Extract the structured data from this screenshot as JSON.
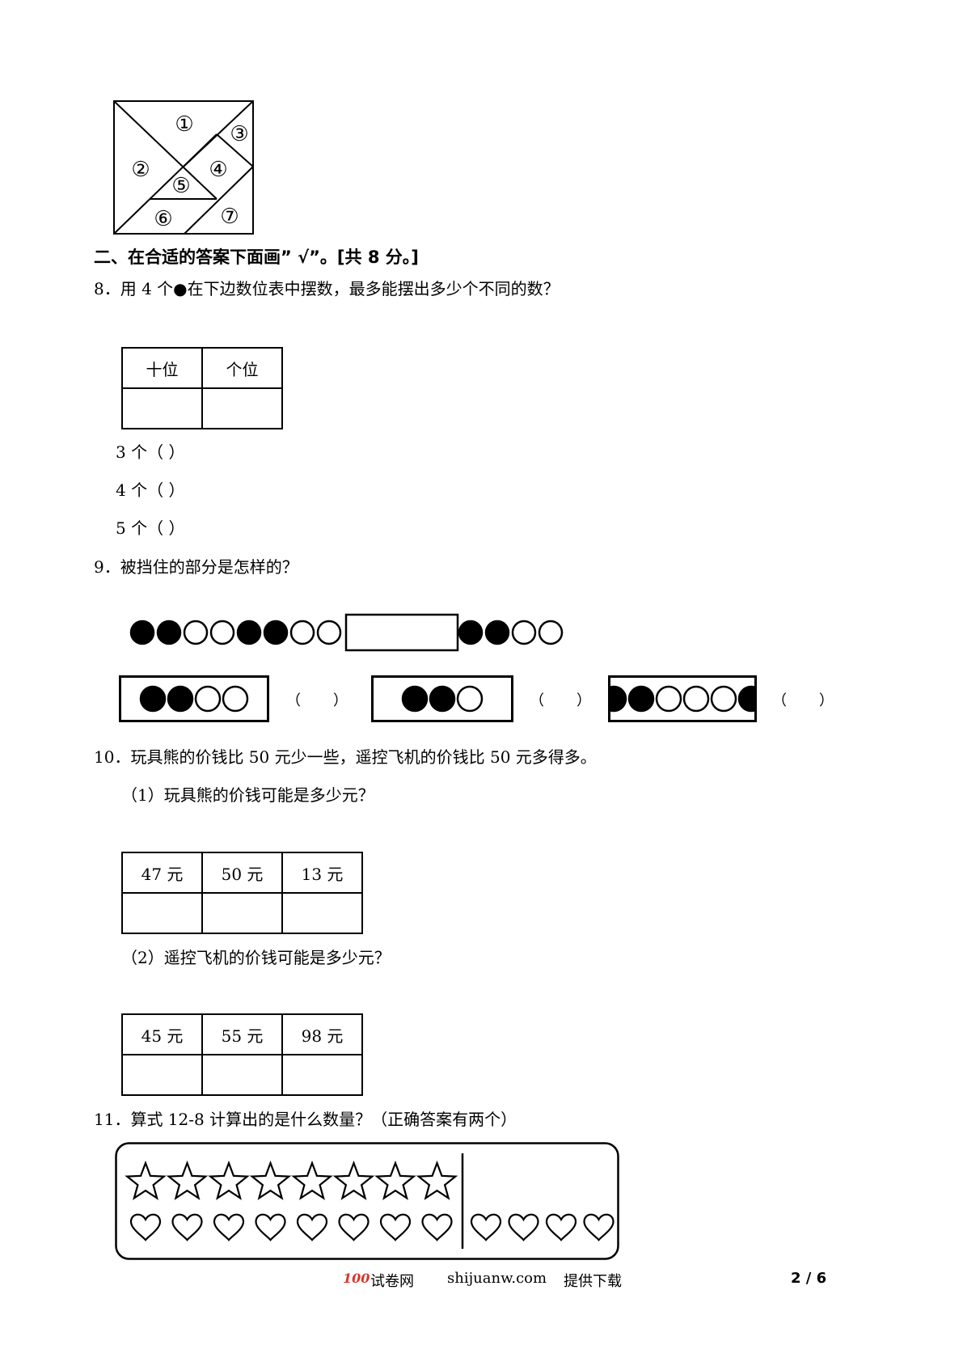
{
  "tangram": {
    "labels": [
      "①",
      "②",
      "③",
      "④",
      "⑤",
      "⑥",
      "⑦"
    ]
  },
  "section2": {
    "title": "二、在合适的答案下面画”  √”。[共 8 分。]"
  },
  "q8": {
    "text": "8．用 4 个●在下边数位表中摆数，最多能摆出多少个不同的数？",
    "headers": [
      "十位",
      "个位"
    ],
    "options": [
      "3 个（      ）",
      "4 个（      ）",
      "5 个（      ）"
    ]
  },
  "q9": {
    "text": "9．被挡住的部分是怎样的？",
    "row": [
      "filled",
      "filled",
      "empty",
      "empty",
      "filled",
      "filled",
      "empty",
      "empty",
      "hidden",
      "filled",
      "filled",
      "empty",
      "empty"
    ],
    "choices": [
      [
        "filled",
        "filled",
        "empty",
        "empty"
      ],
      [
        "filled",
        "filled",
        "empty"
      ],
      [
        "filled",
        "filled",
        "empty",
        "empty",
        "empty",
        "filled"
      ]
    ],
    "paren": "（       ）"
  },
  "q10": {
    "text": "10．玩具熊的价钱比 50 元少一些，遥控飞机的价钱比 50 元多得多。",
    "sub1": "（1）玩具熊的价钱可能是多少元？",
    "prices1": [
      "47 元",
      "50 元",
      "13 元"
    ],
    "sub2": "（2）遥控飞机的价钱可能是多少元？",
    "prices2": [
      "45 元",
      "55 元",
      "98 元"
    ]
  },
  "q11": {
    "text": "11．算式 12-8 计算出的是什么数量？（正确答案有两个）",
    "star_count": 8,
    "heart_left_count": 8,
    "heart_right_count": 4
  },
  "footer": {
    "logo_num": "100",
    "site_name": "试卷网",
    "url": "shijuanw.com",
    "provide": "提供下载",
    "page": "2 / 6"
  }
}
